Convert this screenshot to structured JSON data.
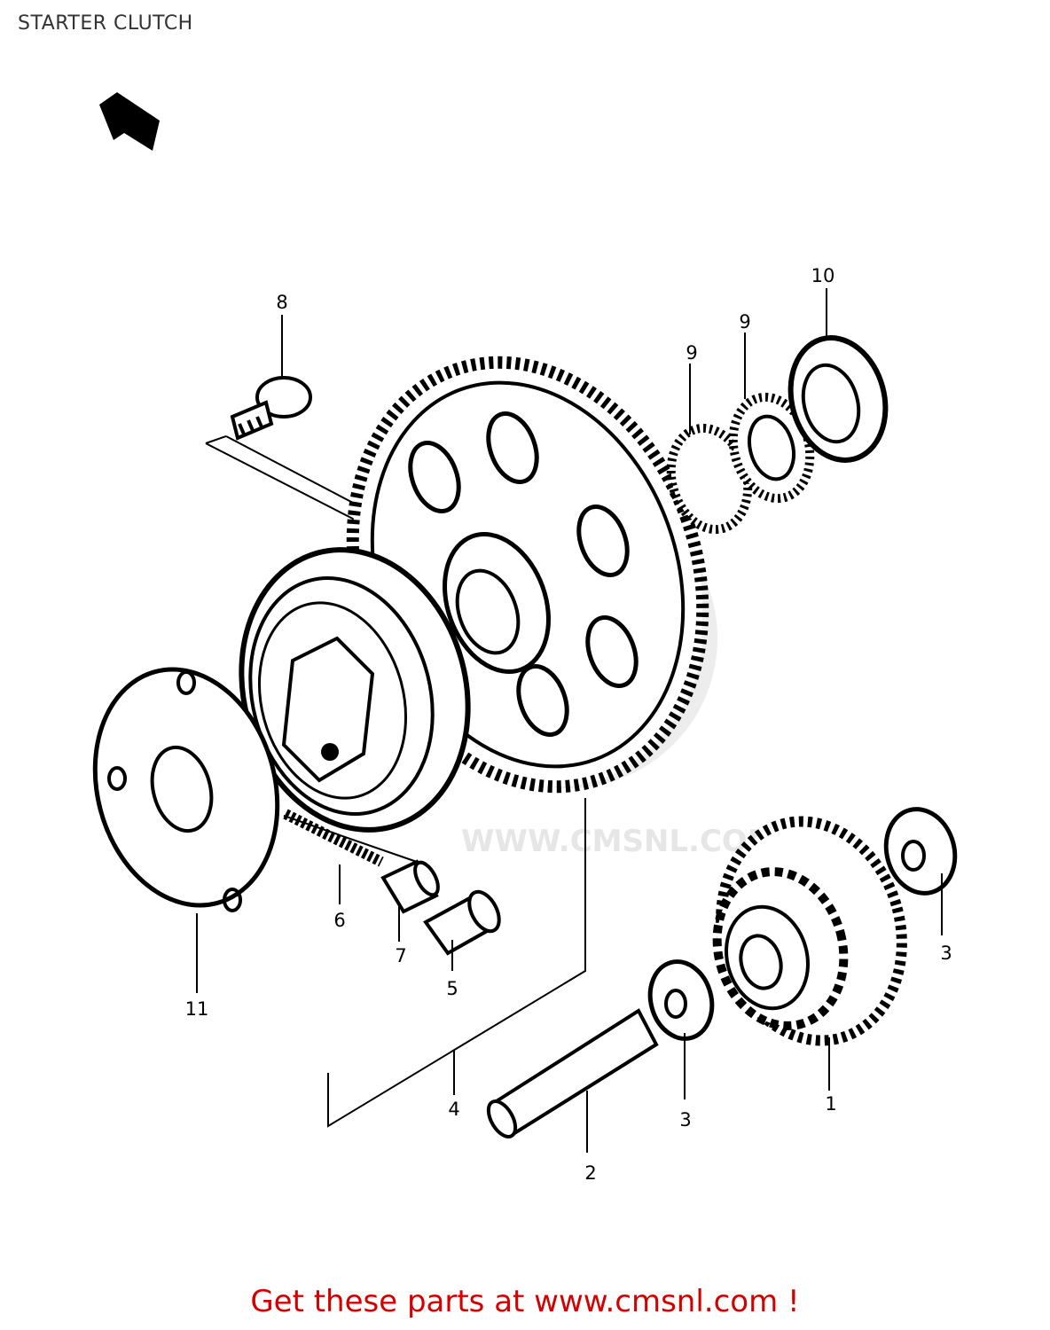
{
  "header": {
    "title": "STARTER CLUTCH"
  },
  "footer": {
    "text": "Get these parts at www.cmsnl.com !"
  },
  "watermark": {
    "text": "WWW.CMSNL.COM"
  },
  "parts": [
    {
      "number": "1"
    },
    {
      "number": "2"
    },
    {
      "number": "3"
    },
    {
      "number": "3"
    },
    {
      "number": "4"
    },
    {
      "number": "5"
    },
    {
      "number": "6"
    },
    {
      "number": "7"
    },
    {
      "number": "8"
    },
    {
      "number": "9"
    },
    {
      "number": "9"
    },
    {
      "number": "10"
    },
    {
      "number": "11"
    }
  ],
  "colors": {
    "footer_text": "#d40000",
    "line": "#000000",
    "watermark": "#e6e6e6"
  }
}
